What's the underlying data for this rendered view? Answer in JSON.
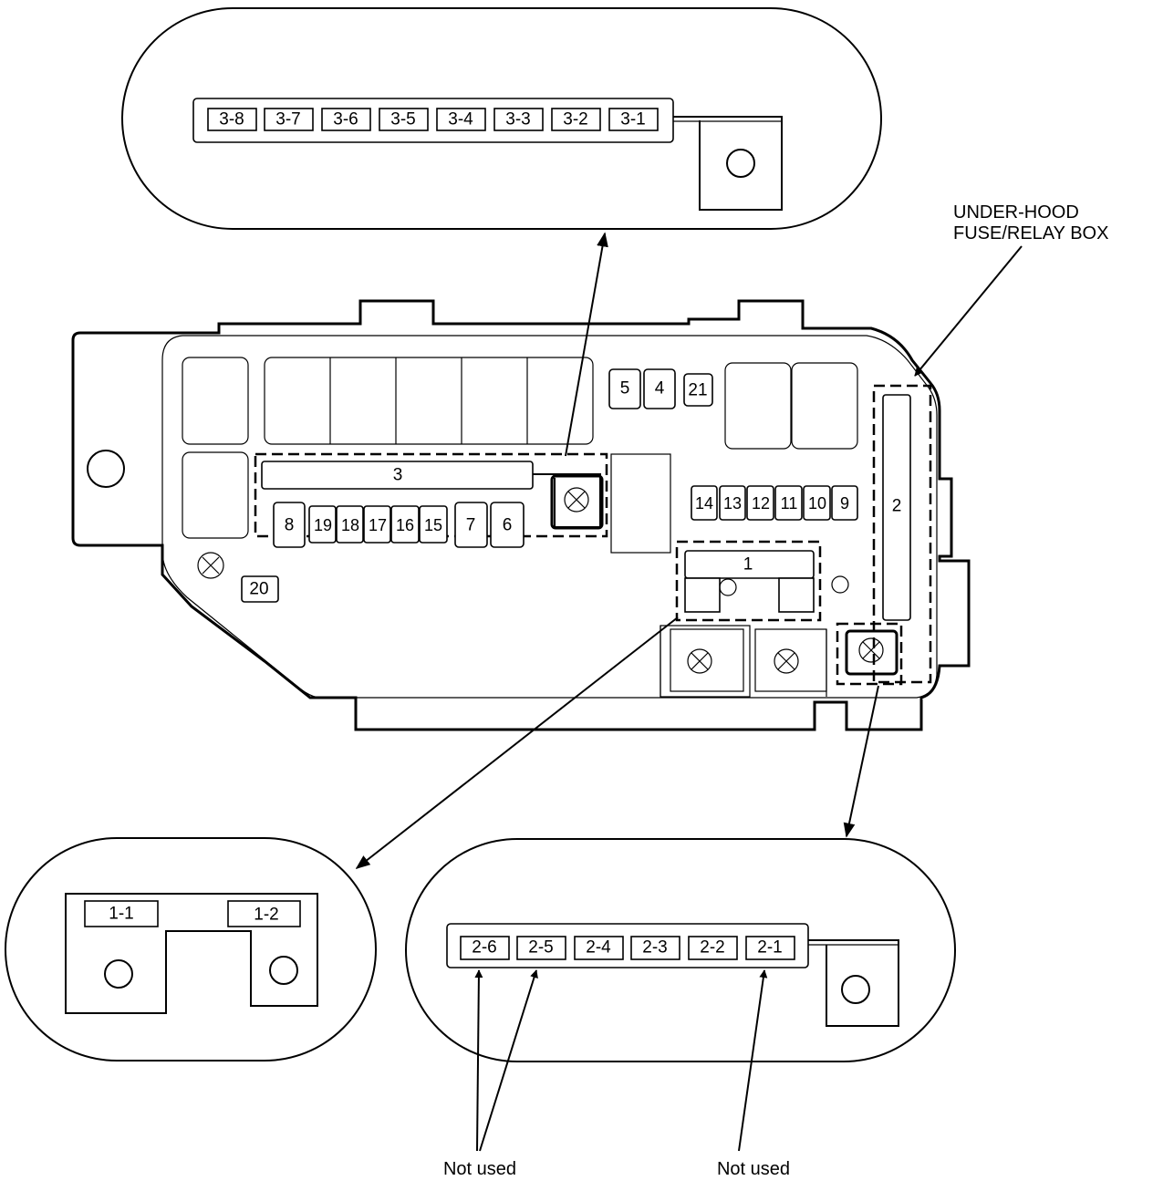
{
  "box_title": [
    "UNDER-HOOD",
    "FUSE/RELAY BOX"
  ],
  "fuses": {
    "f3": "3",
    "f2": "2",
    "f1": "1",
    "f5": "5",
    "f4": "4",
    "f21": "21",
    "f14": "14",
    "f13": "13",
    "f12": "12",
    "f11": "11",
    "f10": "10",
    "f9": "9",
    "f8": "8",
    "f19": "19",
    "f18": "18",
    "f17": "17",
    "f16": "16",
    "f15": "15",
    "f7": "7",
    "f6": "6",
    "f20": "20"
  },
  "detail_3": [
    "3-8",
    "3-7",
    "3-6",
    "3-5",
    "3-4",
    "3-3",
    "3-2",
    "3-1"
  ],
  "detail_1": [
    "1-1",
    "1-2"
  ],
  "detail_2": [
    "2-6",
    "2-5",
    "2-4",
    "2-3",
    "2-2",
    "2-1"
  ],
  "notes": {
    "not_used_left": "Not used",
    "not_used_right": "Not used"
  }
}
